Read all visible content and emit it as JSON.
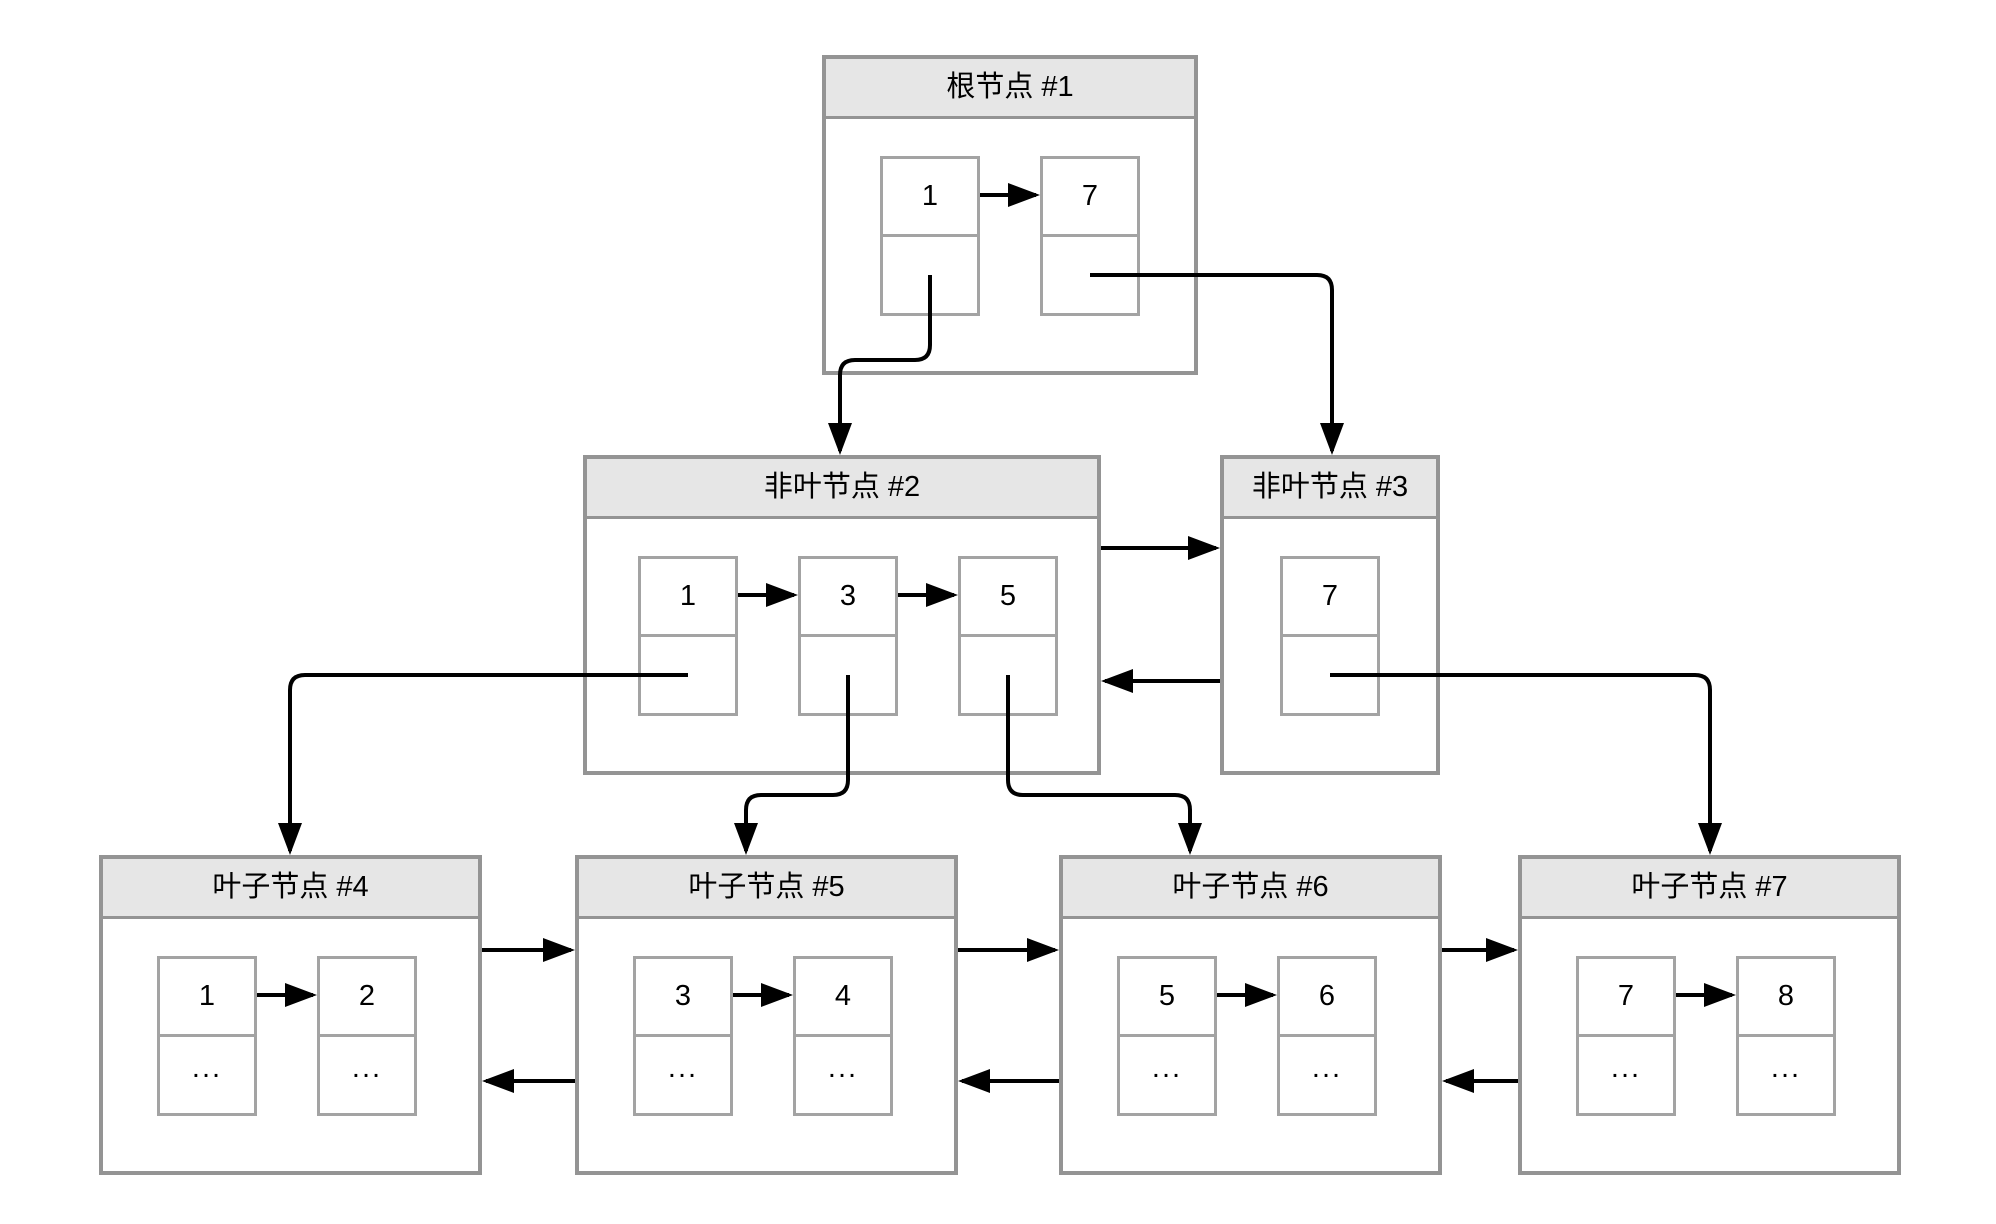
{
  "diagram": {
    "kind": "b-plus-tree",
    "levels": [
      "root",
      "internal",
      "leaf"
    ]
  },
  "colors": {
    "node_border": "#949494",
    "cell_border": "#a3a3a3",
    "title_bg": "#e6e6e6",
    "node_bg": "#ffffff",
    "arrow": "#000000"
  },
  "nodes": {
    "root": {
      "title": "根节点 #1",
      "cells": [
        {
          "key": "1",
          "ptr": ""
        },
        {
          "key": "7",
          "ptr": ""
        }
      ]
    },
    "n2": {
      "title": "非叶节点 #2",
      "cells": [
        {
          "key": "1",
          "ptr": ""
        },
        {
          "key": "3",
          "ptr": ""
        },
        {
          "key": "5",
          "ptr": ""
        }
      ]
    },
    "n3": {
      "title": "非叶节点 #3",
      "cells": [
        {
          "key": "7",
          "ptr": ""
        }
      ]
    },
    "l4": {
      "title": "叶子节点 #4",
      "cells": [
        {
          "key": "1",
          "ptr": "..."
        },
        {
          "key": "2",
          "ptr": "..."
        }
      ]
    },
    "l5": {
      "title": "叶子节点 #5",
      "cells": [
        {
          "key": "3",
          "ptr": "..."
        },
        {
          "key": "4",
          "ptr": "..."
        }
      ]
    },
    "l6": {
      "title": "叶子节点 #6",
      "cells": [
        {
          "key": "5",
          "ptr": "..."
        },
        {
          "key": "6",
          "ptr": "..."
        }
      ]
    },
    "l7": {
      "title": "叶子节点 #7",
      "cells": [
        {
          "key": "7",
          "ptr": "..."
        },
        {
          "key": "8",
          "ptr": "..."
        }
      ]
    }
  }
}
